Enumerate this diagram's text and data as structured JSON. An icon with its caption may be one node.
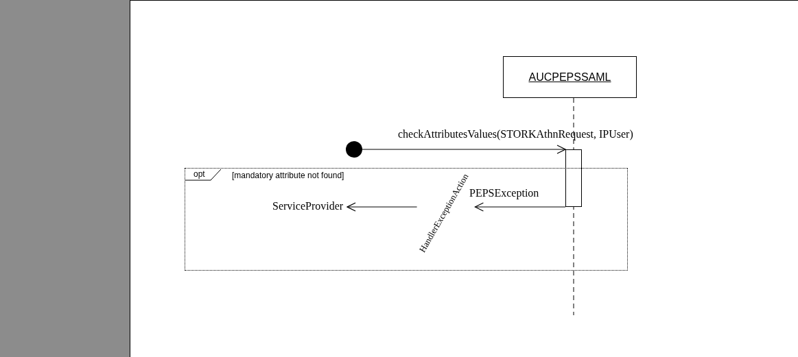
{
  "diagram": {
    "nodes": [
      {
        "text": [
          "AUCPEPSSAML"
        ]
      },
      {
        "text": [],
        "shape": "circle"
      },
      {
        "text": [],
        "shape": "bar"
      },
      {
        "text": [
          "opt",
          "[mandatory attribute not found]"
        ]
      },
      {
        "text": [
          "HandlerExceptionAction"
        ],
        "in": 3
      },
      {
        "text": [
          "ServiceProvider"
        ],
        "in": 3
      }
    ],
    "edges": [
      {
        "from": 1,
        "to": 2,
        "arrow": "to",
        "label": "checkAttributesValues(STORKAthnRequest, IPUser)"
      },
      {
        "from": 2,
        "to": 4,
        "arrow": "to",
        "label": "PEPSException"
      },
      {
        "from": 4,
        "to": 5,
        "arrow": "to"
      }
    ]
  }
}
